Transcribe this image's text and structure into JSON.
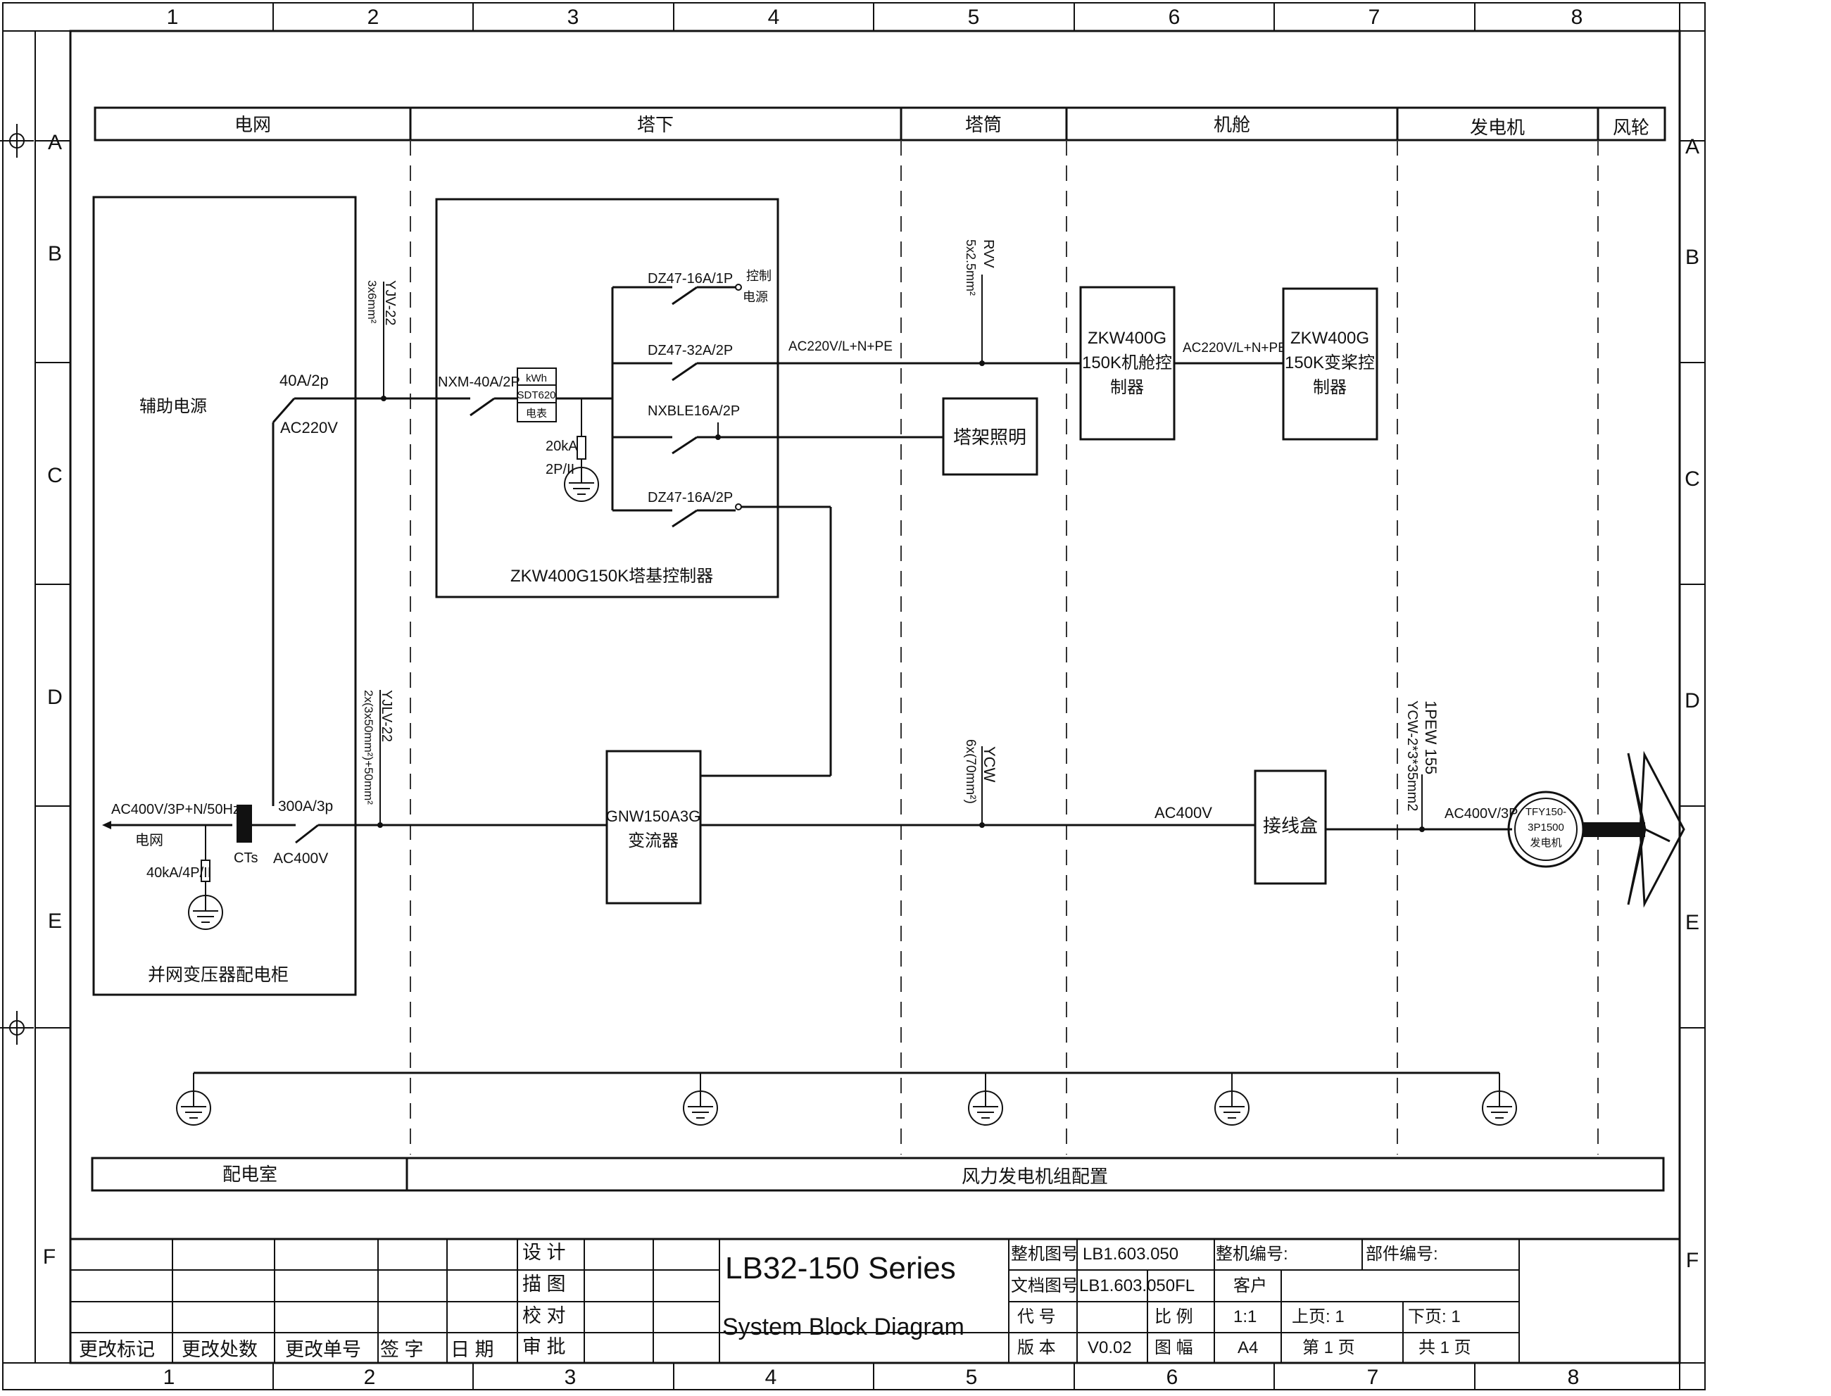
{
  "frame": {
    "columns": [
      "1",
      "2",
      "3",
      "4",
      "5",
      "6",
      "7",
      "8"
    ],
    "rows": [
      "A",
      "B",
      "C",
      "D",
      "E",
      "F"
    ]
  },
  "zones": {
    "top": [
      "电网",
      "塔下",
      "塔筒",
      "机舱",
      "发电机",
      "风轮"
    ],
    "bottom": [
      "配电室",
      "风力发电机组配置"
    ]
  },
  "blocks": {
    "aux_power": "辅助电源",
    "grid_cabinet": "并网变压器配电柜",
    "tower_base_controller": "ZKW400G150K塔基控制器",
    "tower_lighting": "塔架照明",
    "nacelle_controller": [
      "ZKW400G",
      "150K机舱控",
      "制器"
    ],
    "pitch_controller": [
      "ZKW400G",
      "150K变桨控",
      "制器"
    ],
    "converter": [
      "GNW150A3G",
      "变流器"
    ],
    "junction_box": "接线盒",
    "generator": [
      "TFY150-",
      "3P1500",
      "发电机"
    ],
    "meter": [
      "kWh",
      "SDT620",
      "电表"
    ]
  },
  "labels": {
    "breaker_40a": "40A/2p",
    "ac220v": "AC220V",
    "cable_yjv22_top": [
      "YJV-22",
      "3x6mm²"
    ],
    "nxm": "NXM-40A/2P",
    "surge_20ka": [
      "20kA",
      "2P/II"
    ],
    "dz47_16a_1p": "DZ47-16A/1P",
    "control_power": [
      "控制",
      "电源"
    ],
    "dz47_32a_2p": "DZ47-32A/2P",
    "nxble": "NXBLE16A/2P",
    "dz47_16a_2p": "DZ47-16A/2P",
    "ac220_lnpe_1": "AC220V/L+N+PE",
    "rvv": [
      "RVV",
      "5x2.5mm²"
    ],
    "ac220_lnpe_2": "AC220V/L+N+PE",
    "grid_in": "AC400V/3P+N/50Hz",
    "grid_word": "电网",
    "surge_40ka": "40kA/4P/II",
    "cts": "CTs",
    "breaker_300a": "300A/3p",
    "ac400v_1": "AC400V",
    "cable_yjlv22": [
      "YJLV-22",
      "2x(3x50mm²)+50mm²"
    ],
    "ycw": [
      "YCW",
      "6x(70mm²)"
    ],
    "ac400v_2": "AC400V",
    "pew": [
      "1PEW 155",
      "YCW-2*3*35mm2"
    ],
    "ac400v_3p": "AC400V/3P"
  },
  "title_block": {
    "left_headers": [
      "更改标记",
      "更改处数",
      "更改单号",
      "签  字",
      "日  期"
    ],
    "roles": [
      "设 计",
      "描 图",
      "校 对",
      "审 批"
    ],
    "series": "LB32-150 Series",
    "diagram": "System Block Diagram",
    "whole_no_label": "整机图号",
    "whole_no": "LB1.603.050",
    "doc_no_label": "文档图号",
    "doc_no": "LB1.603.050FL",
    "code_label": "代  号",
    "version_label": "版  本",
    "version": "V0.02",
    "scale_label": "比  例",
    "scale": "1:1",
    "format_label": "图  幅",
    "format": "A4",
    "machine_no_label": "整机编号:",
    "part_no_label": "部件编号:",
    "customer_label": "客户",
    "prev_page": "上页:   1",
    "next_page": "下页:   1",
    "page_no": "第  1  页",
    "page_total": "共  1  页"
  }
}
